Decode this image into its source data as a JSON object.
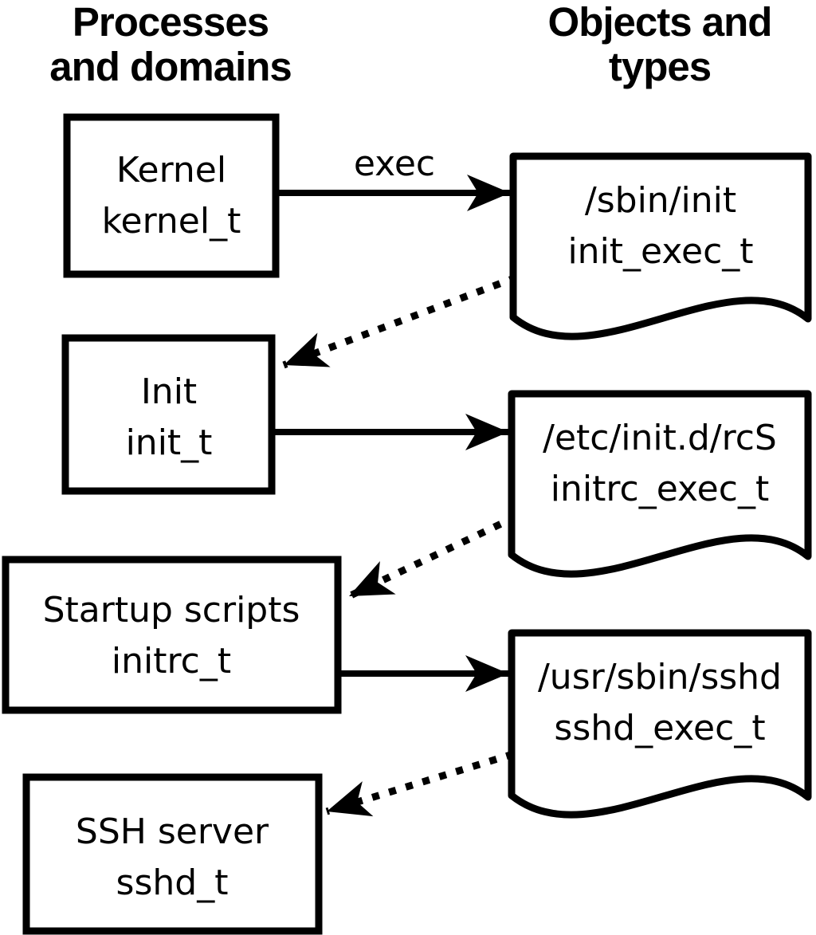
{
  "diagram": {
    "left_header": {
      "line1": "Processes",
      "line2": "and domains"
    },
    "right_header": {
      "line1": "Objects and",
      "line2": "types"
    },
    "exec_label": "exec",
    "processes": [
      {
        "name": "Kernel",
        "type": "kernel_t"
      },
      {
        "name": "Init",
        "type": "init_t"
      },
      {
        "name": "Startup scripts",
        "type": "initrc_t"
      },
      {
        "name": "SSH server",
        "type": "sshd_t"
      }
    ],
    "objects": [
      {
        "path": "/sbin/init",
        "type": "init_exec_t"
      },
      {
        "path": "/etc/init.d/rcS",
        "type": "initrc_exec_t"
      },
      {
        "path": "/usr/sbin/sshd",
        "type": "sshd_exec_t"
      }
    ],
    "colors": {
      "foreground": "#000000",
      "background": "#ffffff"
    }
  }
}
